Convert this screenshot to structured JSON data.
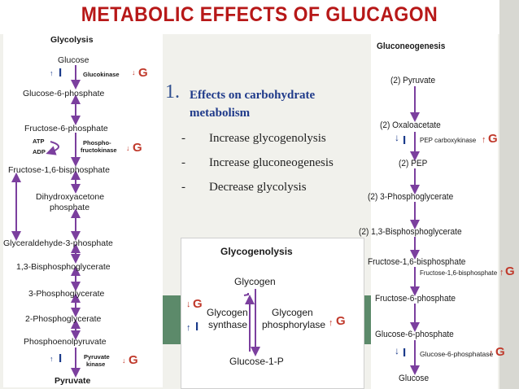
{
  "title": "METABOLIC EFFECTS OF GLUCAGON",
  "glycolysis": {
    "heading": "Glycolysis",
    "glucose": "Glucose",
    "glucokinase": "Glucokinase",
    "g6p": "Glucose-6-phosphate",
    "f6p": "Fructose-6-phosphate",
    "atp": "ATP",
    "adp": "ADP",
    "pfk_line1": "Phospho-",
    "pfk_line2": "fructokinase",
    "f16bp": "Fructose-1,6-bisphosphate",
    "dhap_line1": "Dihydroxyacetone",
    "dhap_line2": "phosphate",
    "g3p": "Glyceraldehyde-3-phosphate",
    "bpg": "1,3-Bisphosphoglycerate",
    "pg3": "3-Phosphoglycerate",
    "pg2": "2-Phosphoglycerate",
    "pep": "Phosphoenolpyruvate",
    "pk_line1": "Pyruvate",
    "pk_line2": "kinase",
    "pyruvate": "Pyruvate"
  },
  "text_block": {
    "number": "1.",
    "heading_line1": "Effects on carbohydrate",
    "heading_line2": "metabolism",
    "dash": "-",
    "bullets": [
      "Increase glycogenolysis",
      "Increase gluconeogenesis",
      "Decrease glycolysis"
    ]
  },
  "glycogenolysis": {
    "heading": "Glycogenolysis",
    "glycogen": "Glycogen",
    "synthase_line1": "Glycogen",
    "synthase_line2": "synthase",
    "phos_line1": "Glycogen",
    "phos_line2": "phosphorylase",
    "g1p": "Glucose-1-P"
  },
  "gluconeogenesis": {
    "heading": "Gluconeogenesis",
    "pyruvate": "(2) Pyruvate",
    "oaa": "(2) Oxaloacetate",
    "pepck": "PEP carboxykinase",
    "pep": "(2) PEP",
    "pg3": "(2) 3-Phosphoglycerate",
    "bpg": "(2) 1,3-Bisphosphoglycerate",
    "f16bp": "Fructose-1,6-bisphosphate",
    "fbpase": "Fructose-1,6-bisphosphate",
    "f6p": "Fructose-6-phosphate",
    "g6p": "Glucose-6-phosphate",
    "g6pase": "Glucose-6-phosphatase",
    "glucose": "Glucose"
  },
  "symbols": {
    "G": "G",
    "up": "↑",
    "down": "↓",
    "I": "I"
  },
  "colors": {
    "title": "#b71818",
    "arrow": "#7b3f9e",
    "glucagon": "#c0392b",
    "insulin": "#1a3a8a",
    "heading_text": "#1f3a8a"
  }
}
